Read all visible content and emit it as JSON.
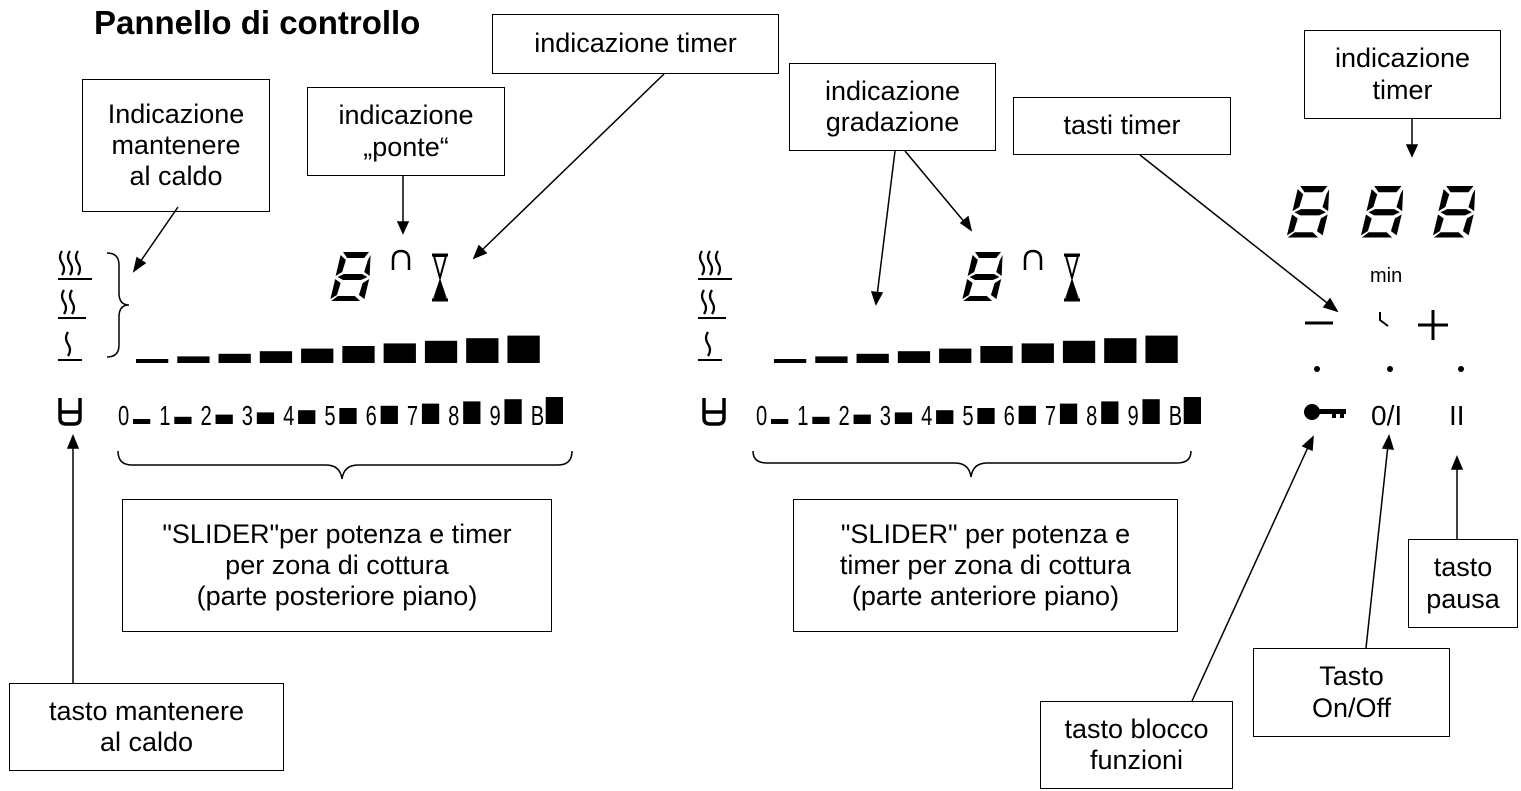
{
  "title": "Pannello di controllo",
  "labels": {
    "keep_warm_indicator": "Indicazione\nmantenere\nal caldo",
    "bridge_indicator": "indicazione\n„ponte“",
    "timer_indicator_top": "indicazione timer",
    "level_indicator": "indicazione\ngradazione",
    "timer_keys": "tasti timer",
    "timer_indicator_right": "indicazione\ntimer",
    "slider_rear": "\"SLIDER\"per potenza e timer\nper zona di cottura\n(parte posteriore piano)",
    "slider_front": "\"SLIDER\" per potenza e\ntimer per zona di cottura\n(parte anteriore piano)",
    "keep_warm_key": "tasto mantenere\nal caldo",
    "lock_key": "tasto blocco\nfunzioni",
    "onoff_key": "Tasto\nOn/Off",
    "pause_key": "tasto\npausa"
  },
  "panel": {
    "min_label": "min",
    "onoff_symbol": "0/I",
    "pause_symbol": "II",
    "minus_symbol": "—",
    "plus_symbol": "+",
    "keep_warm_symbol": "U",
    "digit_symbol": "8",
    "bridge_symbol": "∩",
    "timer_symbol": "⧗",
    "lock_icon": "key-icon"
  },
  "slider_levels": [
    "0",
    "1",
    "2",
    "3",
    "4",
    "5",
    "6",
    "7",
    "8",
    "9",
    "B"
  ],
  "colors": {
    "ink": "#000000",
    "background": "#ffffff"
  }
}
